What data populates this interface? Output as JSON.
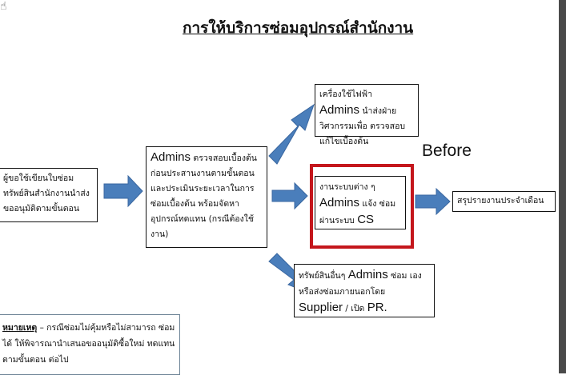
{
  "title": "การให้บริการซ่อมอุปกรณ์สำนักงาน",
  "before_label": "Before",
  "steps": {
    "request": "ผู้ขอใช้เขียนใบซ่อม ทรัพย์สินสำนักงานนำส่ง ขออนุมัติตามขั้นตอน",
    "admin_check": {
      "lead": "Admins",
      "text": "ตรวจสอบเบื้องต้น ก่อนประสานงานตามขั้นตอน และประเมินระยะเวลาในการ ซ่อมเบื้องต้น พร้อมจัดหา อุปกรณ์ทดแทน (กรณีต้องใช้ งาน)"
    },
    "electrical": {
      "pre": "เครื่องใช้ไฟฟ้า",
      "lead": "Admins",
      "text": "นำส่งฝ่ายวิศวกรรมเพื่อ ตรวจสอบแก้ไขเบื้องต้น"
    },
    "systems": {
      "pre": "งานระบบต่าง ๆ",
      "lead": "Admins",
      "mid": "แจ้ง ซ่อม",
      "post": "ผ่านระบบ",
      "cs": "CS"
    },
    "summary": "สรุปรายงานประจำเดือน",
    "other_assets": {
      "pre": "ทรัพย์สินอื่นๆ",
      "lead": "Admins",
      "mid": "ซ่อม เองหรือส่งซ่อมภายนอกโดย",
      "supplier": "Supplier",
      "slash": "/ เปิด",
      "pr": "PR."
    }
  },
  "note": {
    "label": "หมายเหตุ",
    "dash": "–",
    "text": "กรณีซ่อมไม่คุ้มหรือไม่สามารถ ซ่อมได้ ให้พิจารณานำเสนอขออนุมัติซื้อใหม่ ทดแทนตามขั้นตอน ต่อไป"
  },
  "colors": {
    "arrow": "#4a7ebb",
    "highlight": "#c4161c"
  }
}
